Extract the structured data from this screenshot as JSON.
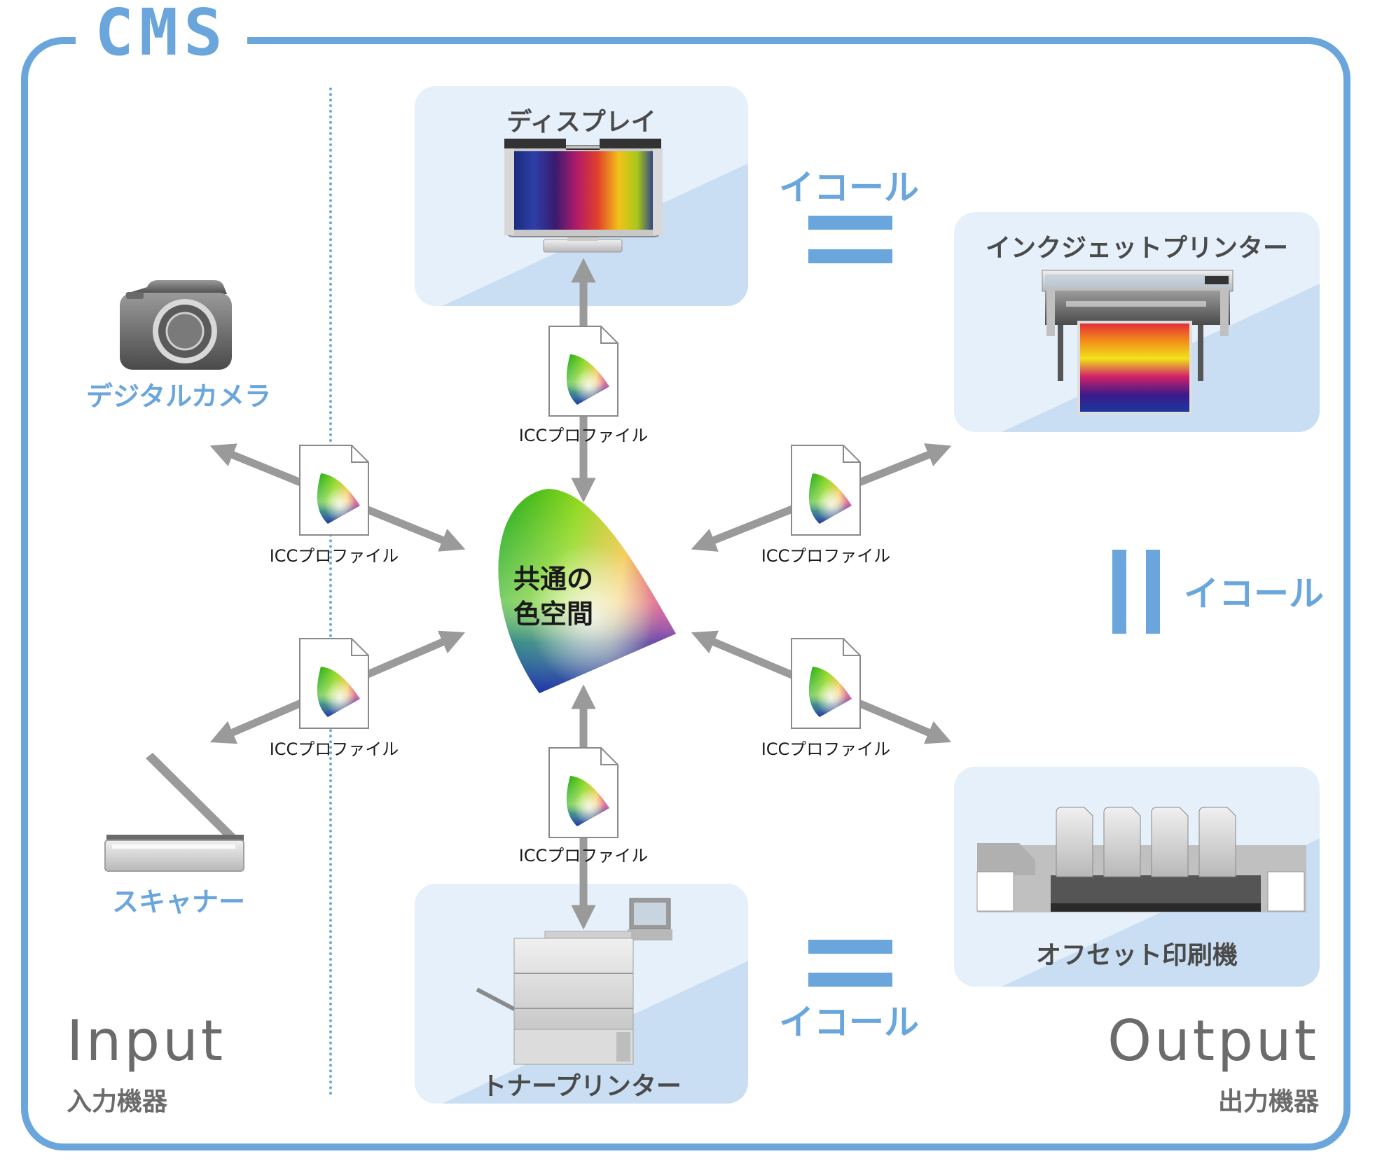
{
  "title": "CMS",
  "input": {
    "heading": "Input",
    "subheading": "入力機器"
  },
  "output": {
    "heading": "Output",
    "subheading": "出力機器"
  },
  "devices": {
    "camera": "デジタルカメラ",
    "scanner": "スキャナー",
    "display": "ディスプレイ",
    "toner_printer": "トナープリンター",
    "inkjet_printer": "インクジェットプリンター",
    "offset_press": "オフセット印刷機"
  },
  "center": {
    "line1": "共通の",
    "line2": "色空間"
  },
  "icc_profile_label": "ICCプロファイル",
  "equal_label": "イコール",
  "colors": {
    "accent": "#6aa6dc",
    "panel": "#e6f0fa",
    "arrow": "#9a9a9a"
  }
}
